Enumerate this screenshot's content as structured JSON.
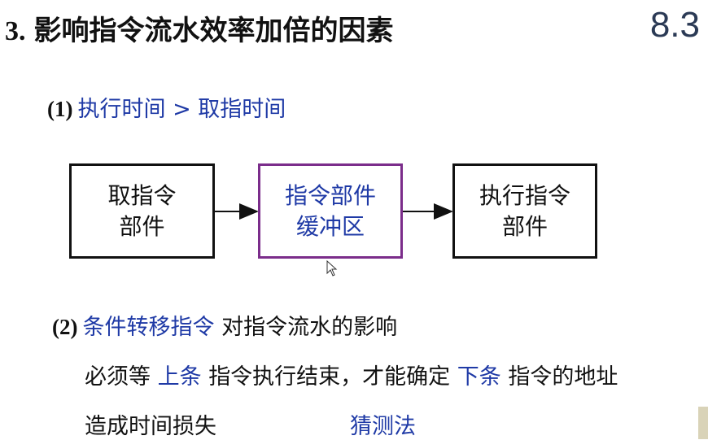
{
  "header": {
    "number": "3.",
    "title": "影响指令流水效率加倍的因素",
    "section": "8.3"
  },
  "point1": {
    "number": "(1)",
    "text": "执行时间 > 取指时间"
  },
  "diagram": {
    "box1": {
      "line1": "取指令",
      "line2": "部件"
    },
    "box2": {
      "line1": "指令部件",
      "line2": "缓冲区"
    },
    "box3": {
      "line1": "执行指令",
      "line2": "部件"
    }
  },
  "point2": {
    "number": "(2)",
    "highlight": "条件转移指令",
    "text": "对指令流水的影响"
  },
  "body_line1": {
    "a": "必须等",
    "b": "上条",
    "c": "指令执行结束，才能确定",
    "d": "下条",
    "e": "指令的地址"
  },
  "body_line2": {
    "a": "造成时间损失",
    "b": "猜测法"
  },
  "colors": {
    "accent_blue": "#1f3aa6",
    "box_highlight": "#7b2d8b"
  }
}
